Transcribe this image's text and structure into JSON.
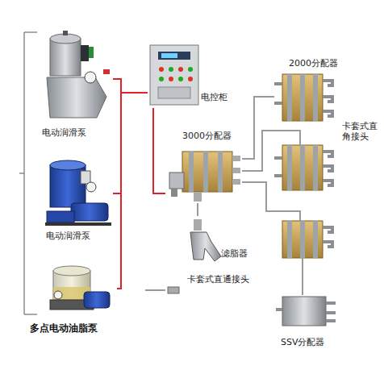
{
  "diagram": {
    "nodes": [
      {
        "text": [
          "电动润滑泵"
        ]
      },
      {
        "text": [
          "电动润滑泵"
        ]
      },
      {
        "text": [
          "多点电动油脂泵"
        ]
      },
      {
        "text": [
          "电控柜"
        ]
      },
      {
        "text": [
          "3000分配器"
        ]
      },
      {
        "text": [
          "2000分配器"
        ]
      },
      {
        "text": [
          "滤脂器"
        ]
      },
      {
        "text": [
          "SSV分配器"
        ]
      }
    ],
    "edges": [
      {
        "from": 0,
        "to": 3,
        "arrow": "none"
      },
      {
        "from": 1,
        "to": 3,
        "arrow": "none"
      },
      {
        "from": 2,
        "to": 3,
        "arrow": "none"
      },
      {
        "from": 3,
        "to": 4,
        "arrow": "none"
      },
      {
        "from": 4,
        "to": 5,
        "arrow": "none"
      },
      {
        "from": 4,
        "to": 6,
        "arrow": "none"
      }
    ],
    "labels": [
      "卡套式直角接头",
      "卡套式直通接头"
    ]
  }
}
